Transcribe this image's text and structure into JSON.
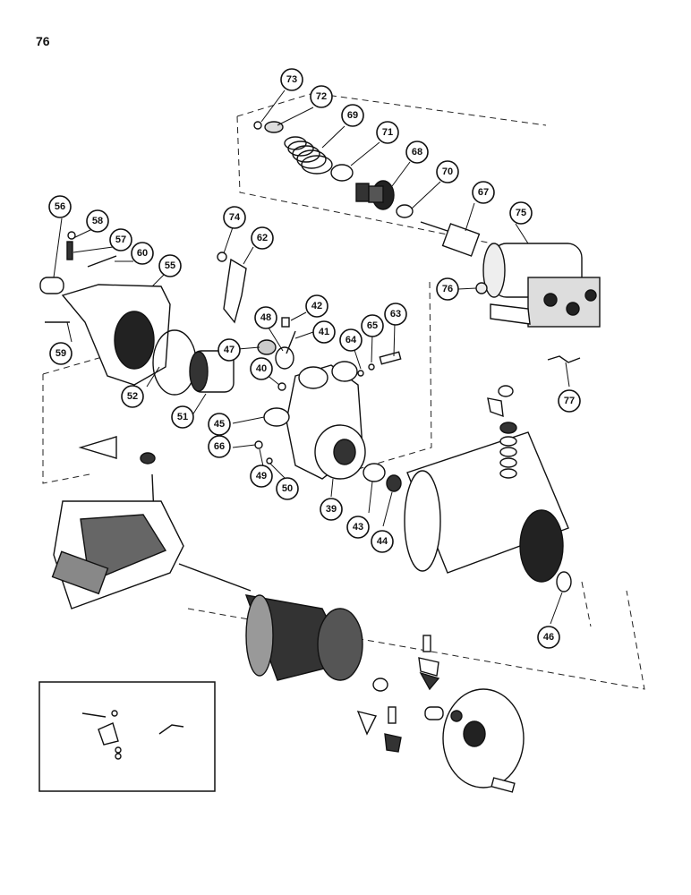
{
  "page": {
    "number": "76"
  },
  "callouts": {
    "c73": "73",
    "c72": "72",
    "c69": "69",
    "c71": "71",
    "c68": "68",
    "c70": "70",
    "c67": "67",
    "c75": "75",
    "c56": "56",
    "c58": "58",
    "c57": "57",
    "c60": "60",
    "c55": "55",
    "c74": "74",
    "c62": "62",
    "c42": "42",
    "c48": "48",
    "c41": "41",
    "c47": "47",
    "c40": "40",
    "c63": "63",
    "c65": "65",
    "c64": "64",
    "c76": "76",
    "c59": "59",
    "c52": "52",
    "c51": "51",
    "c45": "45",
    "c66": "66",
    "c49": "49",
    "c50": "50",
    "c39": "39",
    "c43": "43",
    "c44": "44",
    "c77": "77",
    "c46": "46"
  }
}
